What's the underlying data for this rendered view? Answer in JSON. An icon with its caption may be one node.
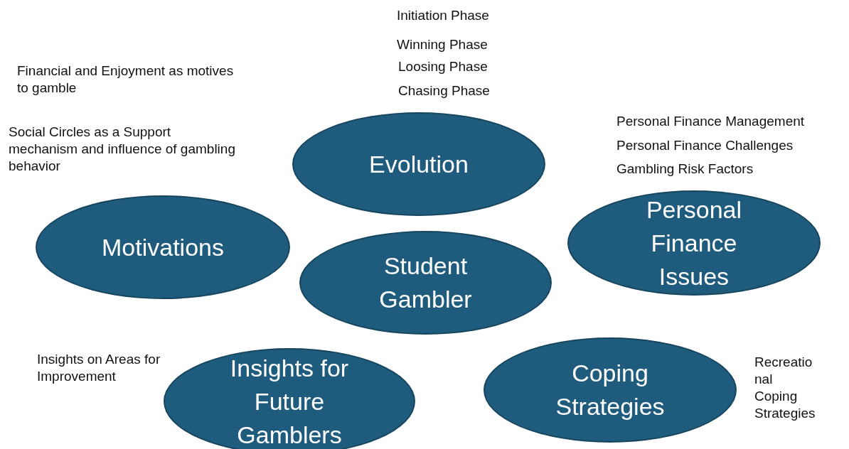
{
  "diagram": {
    "nodes": [
      {
        "text": [
          "Evolution"
        ],
        "beside": [
          "Initiation Phase",
          "Winning Phase",
          "Loosing Phase",
          "Chasing Phase"
        ]
      },
      {
        "text": [
          "Motivations"
        ],
        "beside": [
          "Financial and Enjoyment as motives to gamble",
          "Social Circles as a Support mechanism and influence of gambling behavior"
        ]
      },
      {
        "text": [
          "Personal Finance Issues"
        ],
        "beside": [
          "Personal Finance Management",
          "Personal Finance Challenges",
          "Gambling Risk Factors"
        ]
      },
      {
        "text": [
          "Student Gambler"
        ]
      },
      {
        "text": [
          "Insights for Future Gamblers"
        ],
        "beside": [
          "Insights on Areas for Improvement"
        ]
      },
      {
        "text": [
          "Coping Strategies"
        ],
        "beside": [
          "Recreatio nal Coping Strategies"
        ]
      }
    ],
    "edges": []
  }
}
